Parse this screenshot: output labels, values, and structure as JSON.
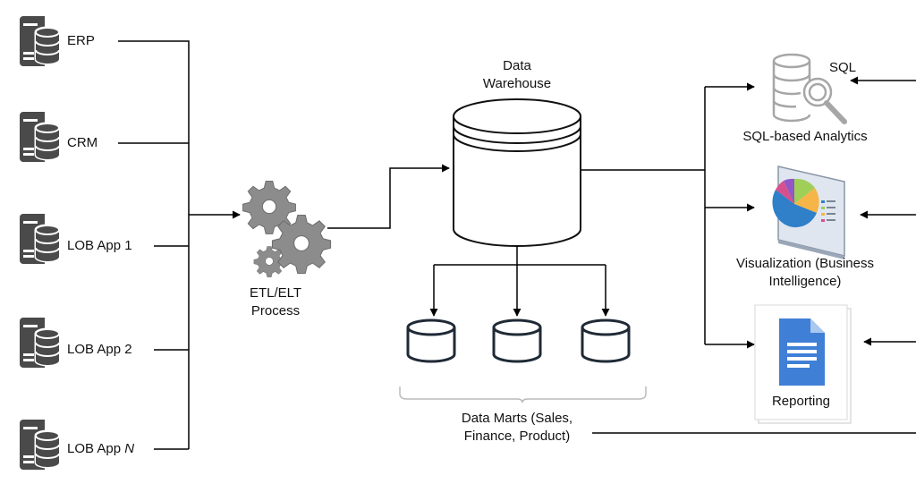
{
  "sources": [
    {
      "label": "ERP"
    },
    {
      "label": "CRM"
    },
    {
      "label": "LOB App 1"
    },
    {
      "label": "LOB App 2"
    },
    {
      "label": "LOB App ",
      "label_italic": "N"
    }
  ],
  "etl": {
    "line1": "ETL/ELT",
    "line2": "Process"
  },
  "warehouse": {
    "line1": "Data",
    "line2": "Warehouse"
  },
  "marts": {
    "line1": "Data Marts (Sales,",
    "line2": "Finance, Product)"
  },
  "consumers": {
    "sql_badge": "SQL",
    "sql_label": "SQL-based Analytics",
    "viz_line1": "Visualization (Business",
    "viz_line2": "Intelligence)",
    "report_label": "Reporting"
  },
  "colors": {
    "line": "#000000",
    "server_gray": "#4a4a4a",
    "gear_gray": "#8c8c8c",
    "doc_blue": "#3f7fd6",
    "icon_outline_gray": "#a6a6a6"
  },
  "icons": [
    "server-icon",
    "gear-icon",
    "database-icon",
    "database-search-icon",
    "pie-chart-icon",
    "document-icon"
  ]
}
